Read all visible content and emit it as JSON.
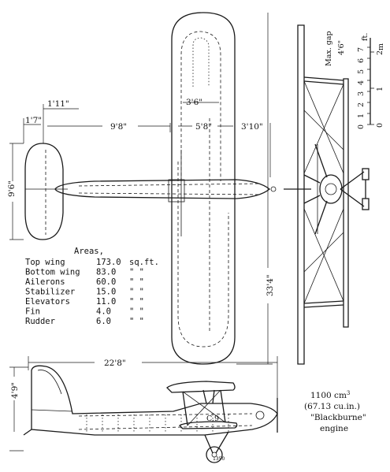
{
  "dimensions": {
    "tail_chord": "1'7\"",
    "tail_offset": "1'11\"",
    "stab_to_wing": "9'8\"",
    "wing_chord_mid": "3'6\"",
    "root_chord": "5'8\"",
    "nose_length": "3'10\"",
    "tail_span": "9'6\"",
    "span": "33'4\"",
    "length": "22'8\"",
    "height": "4'9\"",
    "max_gap_label": "Max. gap",
    "max_gap": "4'6\""
  },
  "scale": {
    "feet_label": "ft.",
    "feet_ticks": [
      "0",
      "1",
      "2",
      "3",
      "4",
      "5",
      "6",
      "7"
    ],
    "meter_label": "m",
    "meter_ticks": [
      "0",
      "1",
      "2"
    ]
  },
  "areas": {
    "title": "Areas,",
    "rows": [
      {
        "label": "Top wing",
        "value": "173.0",
        "unit": "sq.ft."
      },
      {
        "label": "Bottom wing",
        "value": "83.0",
        "unit": "\"  \""
      },
      {
        "label": "Ailerons",
        "value": "60.0",
        "unit": "\"  \""
      },
      {
        "label": "Stabilizer",
        "value": "15.0",
        "unit": "\"  \""
      },
      {
        "label": "Elevators",
        "value": "11.0",
        "unit": "\"  \""
      },
      {
        "label": "Fin",
        "value": "4.0",
        "unit": "\"  \""
      },
      {
        "label": "Rudder",
        "value": "6.0",
        "unit": "\"  \""
      }
    ]
  },
  "engine": {
    "line1": "1100 cm",
    "line1_sup": "3",
    "line2": "(67.13 cu.in.)",
    "line3": "\"Blackburne\"",
    "line4": "engine"
  },
  "side_view": {
    "registration": "C.9",
    "wheel_marking": "1350"
  }
}
